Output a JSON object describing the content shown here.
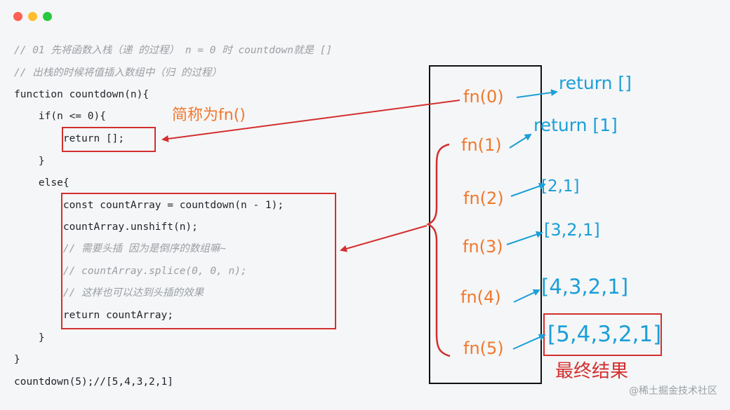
{
  "code": {
    "lines": [
      "// 01 先将函数入栈（递 的过程） n = 0 时 countdown就是 []",
      "// 出栈的时候将值插入数组中（归 的过程）",
      "function countdown(n){",
      "    if(n <= 0){",
      "        return [];",
      "    }",
      "    else{",
      "        const countArray = countdown(n - 1);",
      "        countArray.unshift(n);",
      "        // 需要头插 因为是倒序的数组嘛~",
      "        // countArray.splice(0, 0, n);",
      "        // 这样也可以达到头插的效果",
      "        return countArray;",
      "    }",
      "}",
      "countdown(5);//[5,4,3,2,1]"
    ]
  },
  "annotations": {
    "short_name": "简称为fn()",
    "final_result": "最终结果"
  },
  "stack": {
    "calls": [
      "fn(0)",
      "fn(1)",
      "fn(2)",
      "fn(3)",
      "fn(4)",
      "fn(5)"
    ],
    "returns": [
      "return []",
      "return [1]",
      "[2,1]",
      "[3,2,1]",
      "[4,3,2,1]",
      "[5,4,3,2,1]"
    ]
  },
  "watermark": "@稀土掘金技术社区",
  "colors": {
    "orange": "#f0782d",
    "blue": "#1a9fd8",
    "red": "#d32f2f"
  }
}
